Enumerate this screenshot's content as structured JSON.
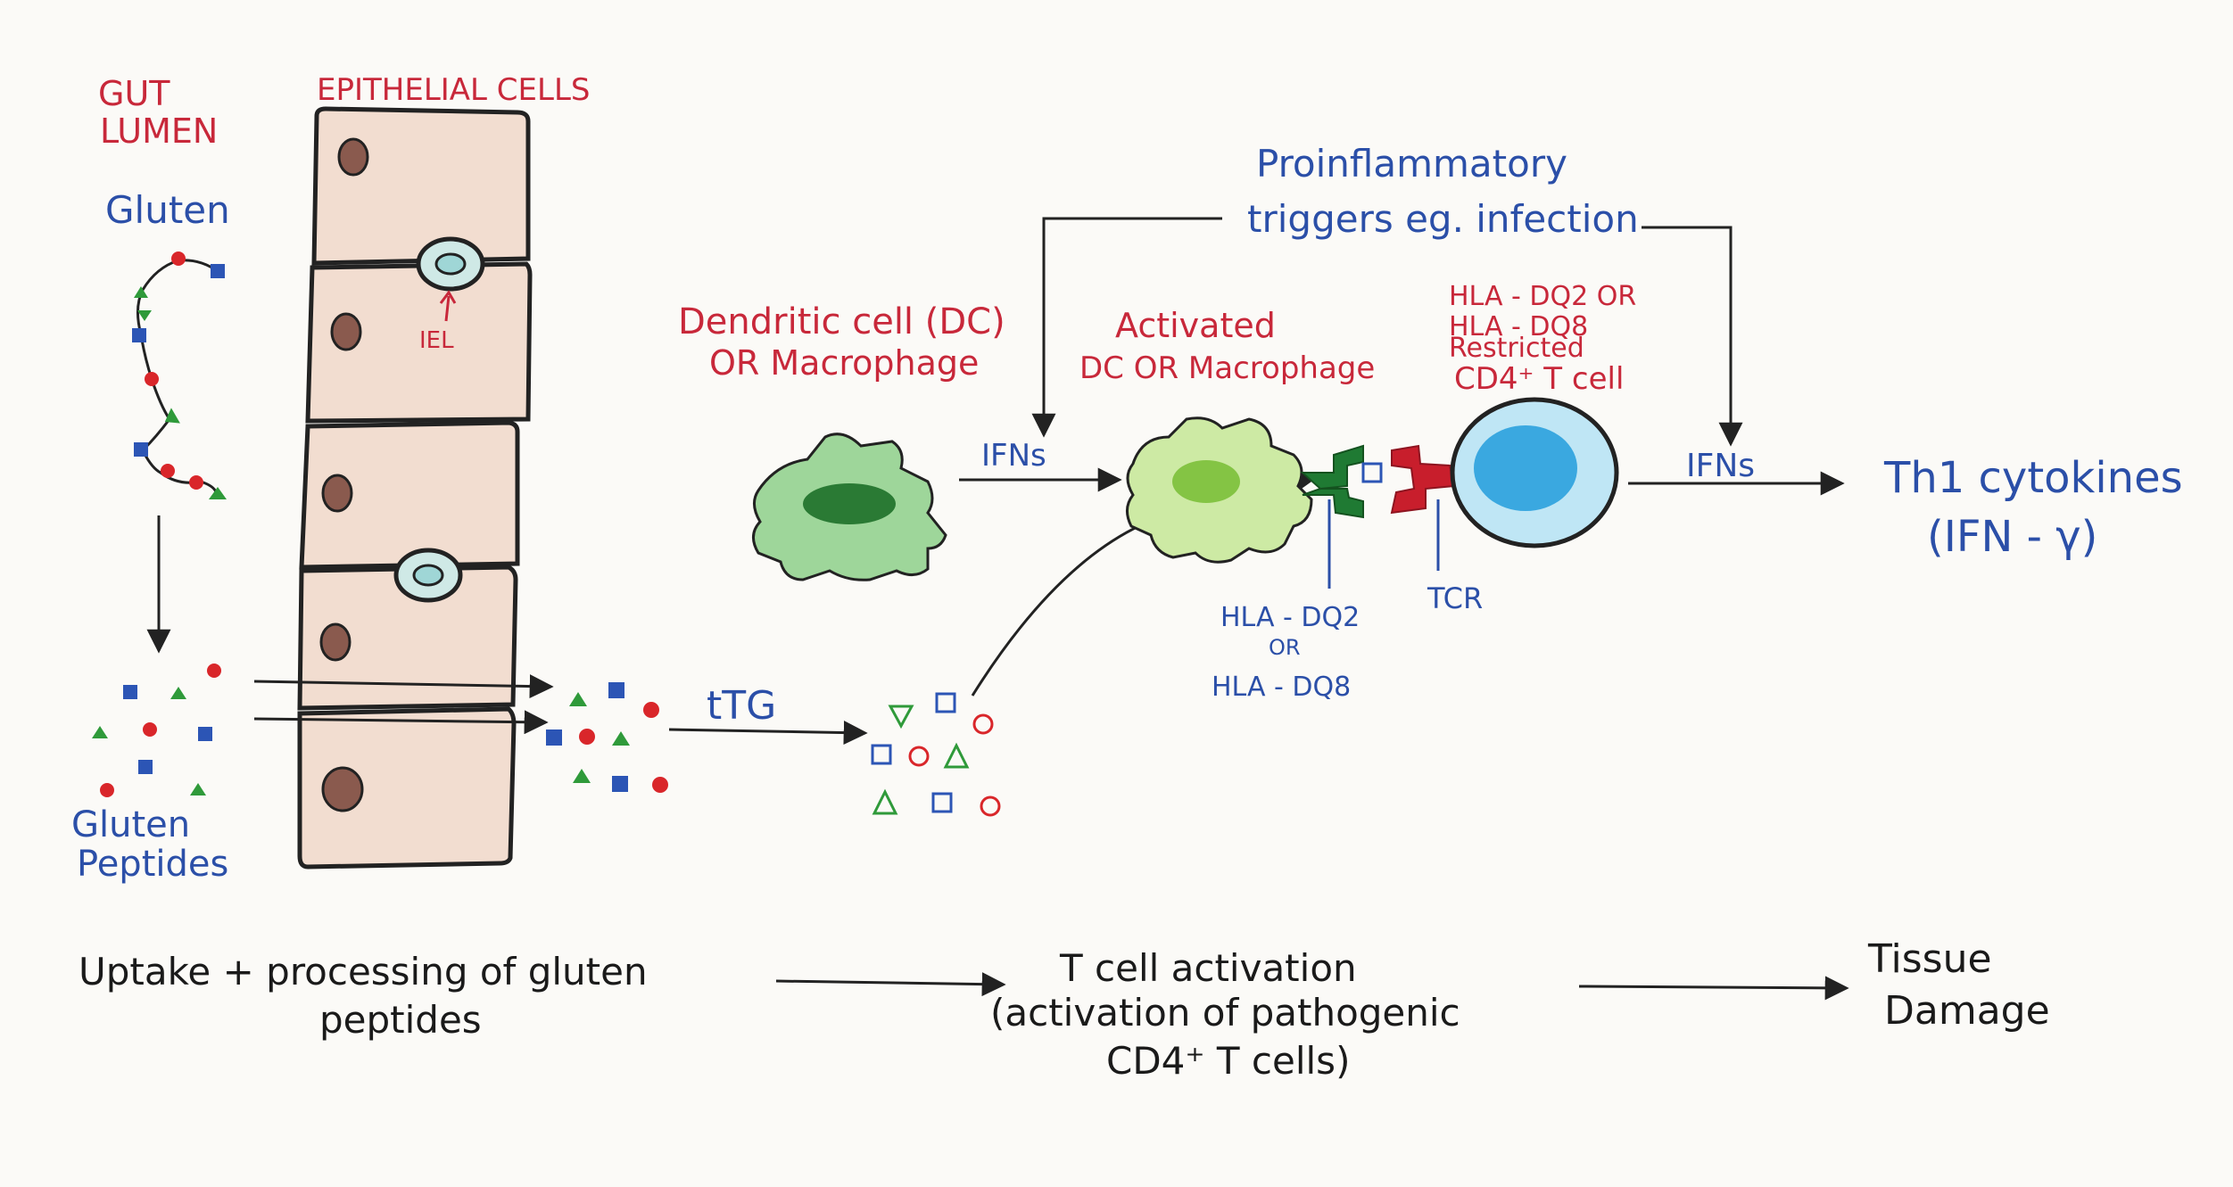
{
  "labels": {
    "gut_lumen_1": "GUT",
    "gut_lumen_2": "LUMEN",
    "epithelial_cells": "EPITHELIAL CELLS",
    "gluten": "Gluten",
    "iel": "IEL",
    "gluten_peptides_1": "Gluten",
    "gluten_peptides_2": "Peptides",
    "ttg": "tTG",
    "dendritic_1": "Dendritic cell (DC)",
    "dendritic_2": "OR Macrophage",
    "activated_1": "Activated",
    "activated_2": "DC OR Macrophage",
    "proinflammatory_1": "Proinflammatory",
    "proinflammatory_2": "triggers eg. infection",
    "hla_restricted_1": "HLA - DQ2 OR",
    "hla_restricted_2": "HLA - DQ8",
    "hla_restricted_3": "Restricted",
    "hla_restricted_4": "CD4⁺ T cell",
    "ifns_left": "IFNs",
    "ifns_right": "IFNs",
    "th1_1": "Th1 cytokines",
    "th1_2": "(IFN - γ)",
    "hla_dq_1": "HLA - DQ2",
    "hla_dq_2": "OR",
    "hla_dq_3": "HLA - DQ8",
    "tcr": "TCR",
    "stage1_1": "Uptake + processing of gluten",
    "stage1_2": "peptides",
    "stage2_1": "T cell activation",
    "stage2_2": "(activation of pathogenic",
    "stage2_3": "CD4⁺ T cells)",
    "stage3_1": "Tissue",
    "stage3_2": "Damage"
  },
  "colors": {
    "red_label": "#c8283a",
    "blue_label": "#2b4fa8",
    "cell_fill": "#f2ddd0",
    "nucleus": "#8a5a4e",
    "green_marker": "#2f9a3a",
    "red_marker": "#d9262a",
    "blue_marker": "#2c55b5",
    "dc_fill": "#9ed69a",
    "activated_fill": "#cdeaa4",
    "tcell_fill": "#bfe6f5",
    "tcell_nucleus": "#3aa8e0",
    "hla_green": "#1f7a33",
    "tcr_red": "#c81e2c"
  }
}
